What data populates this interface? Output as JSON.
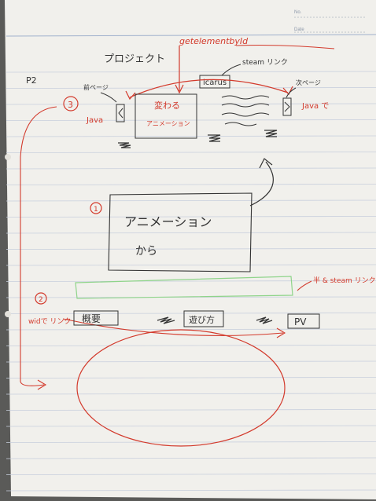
{
  "paper": {
    "meta_no": "No.",
    "meta_date": "Date"
  },
  "sketch": {
    "getelement_note": "getelementbyId",
    "project_title": "プロジェクト",
    "steam_link_note": "steam リンク",
    "page_label": "P2",
    "icarus_box": "icarus",
    "circle_3": "3",
    "prev_label": "前ページ",
    "next_label": "次ページ",
    "java_left": "Java",
    "java_right": "Java で",
    "changes_text": "変わる",
    "animation_small": "アニメーション",
    "circle_1": "1",
    "big_anim_line1": "アニメーション",
    "big_anim_line2": "から",
    "circle_2": "2",
    "steam_note": "半 & steam リンク",
    "wid_note": "widで リンク",
    "summary_box": "概要",
    "play_box": "遊び方",
    "pv_box": "PV"
  },
  "colors": {
    "paper": "#f1f0ec",
    "ruled_line": "#c4ccdb",
    "pencil": "#3a3a3a",
    "red_pen": "#d33a2c",
    "green_pen": "#8fd48a"
  }
}
